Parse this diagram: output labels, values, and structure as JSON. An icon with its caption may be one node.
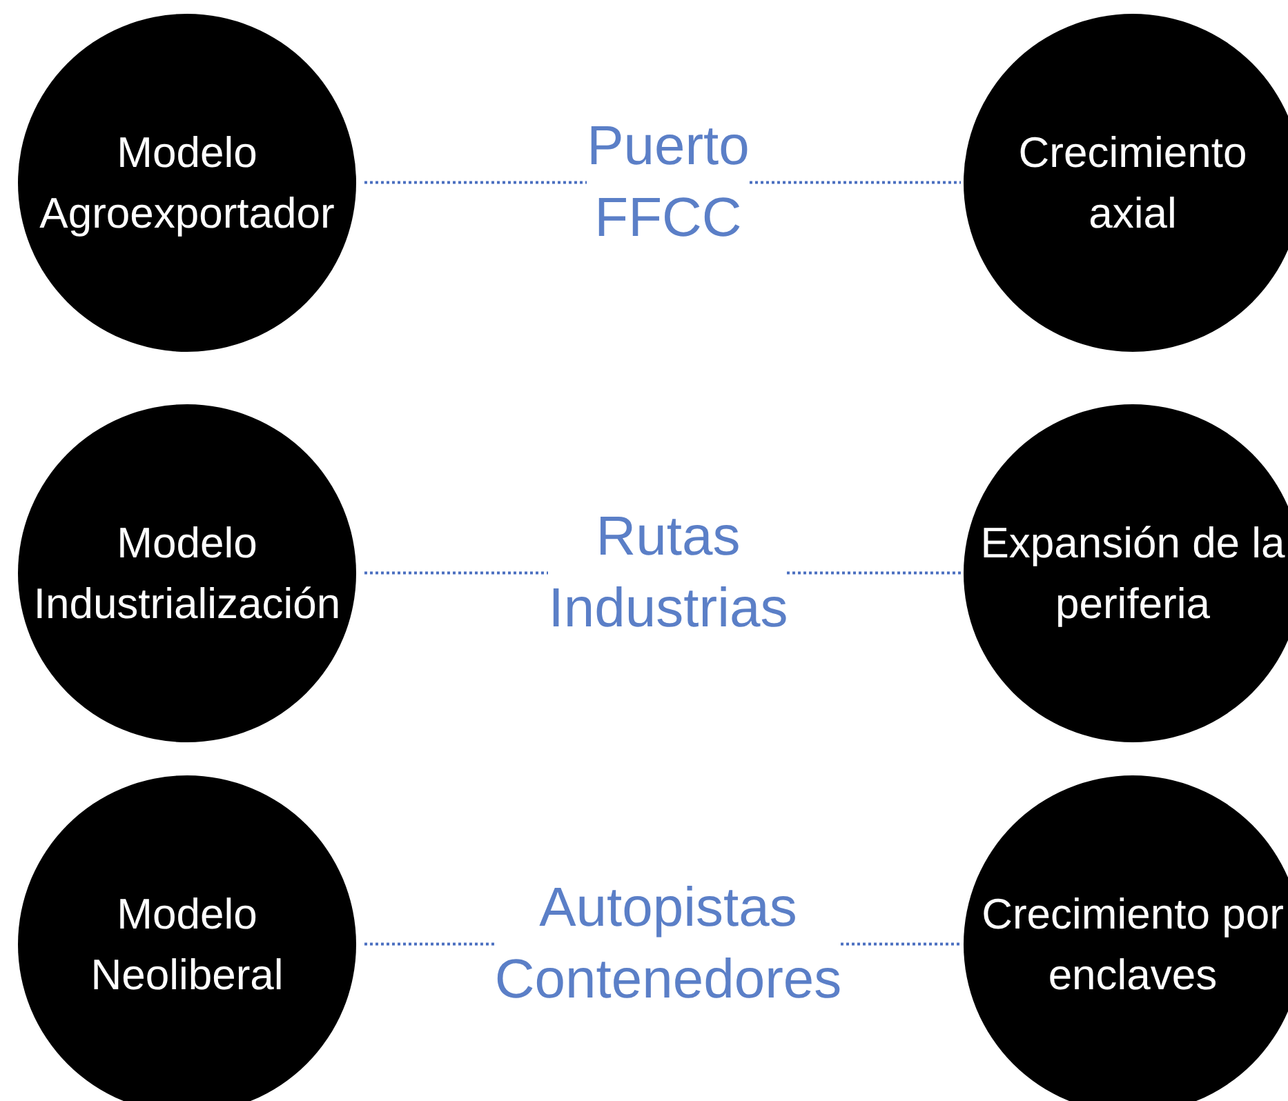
{
  "diagram": {
    "nodes": [
      {
        "text": [
          "Modelo Agroexportador"
        ]
      },
      {
        "text": [
          "Puerto FFCC"
        ]
      },
      {
        "text": [
          "Crecimiento axial"
        ]
      },
      {
        "text": [
          "Modelo Industrialización"
        ]
      },
      {
        "text": [
          "Rutas Industrias"
        ]
      },
      {
        "text": [
          "Expansión de la periferia"
        ]
      },
      {
        "text": [
          "Modelo Neoliberal"
        ]
      },
      {
        "text": [
          "Autopistas Contenedores"
        ]
      },
      {
        "text": [
          "Crecimiento por enclaves"
        ]
      }
    ],
    "edges": [
      {
        "from": 0,
        "to": 1,
        "arrow": "none",
        "style": "dashed"
      },
      {
        "from": 1,
        "to": 2,
        "arrow": "none",
        "style": "dashed"
      },
      {
        "from": 3,
        "to": 4,
        "arrow": "none",
        "style": "dashed"
      },
      {
        "from": 4,
        "to": 5,
        "arrow": "none",
        "style": "dashed"
      },
      {
        "from": 6,
        "to": 7,
        "arrow": "none",
        "style": "dashed"
      },
      {
        "from": 7,
        "to": 8,
        "arrow": "none",
        "style": "dashed"
      }
    ]
  }
}
